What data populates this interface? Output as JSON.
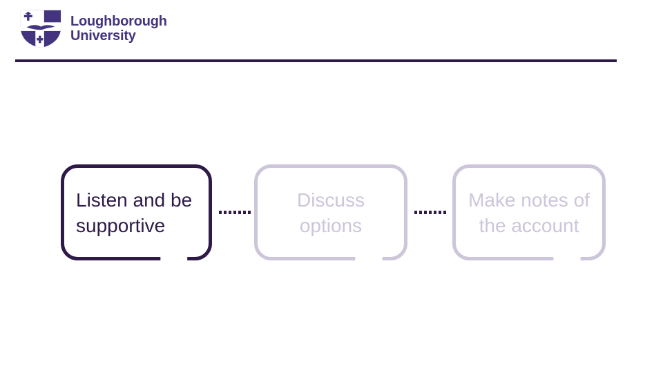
{
  "logo": {
    "line1": "Loughborough",
    "line2": "University"
  },
  "flow": {
    "steps": [
      {
        "id": "listen",
        "label": "Listen and be\nsupportive",
        "state": "active"
      },
      {
        "id": "discuss",
        "label": "Discuss\noptions",
        "state": "upcoming"
      },
      {
        "id": "notes",
        "label": "Make notes of\nthe account",
        "state": "upcoming"
      }
    ],
    "connector_style": "dotted"
  },
  "colors": {
    "brand_purple": "#2E1A47",
    "logo_purple": "#44337F",
    "light_purple": "#CDC6DA",
    "background": "#FFFFFF"
  }
}
